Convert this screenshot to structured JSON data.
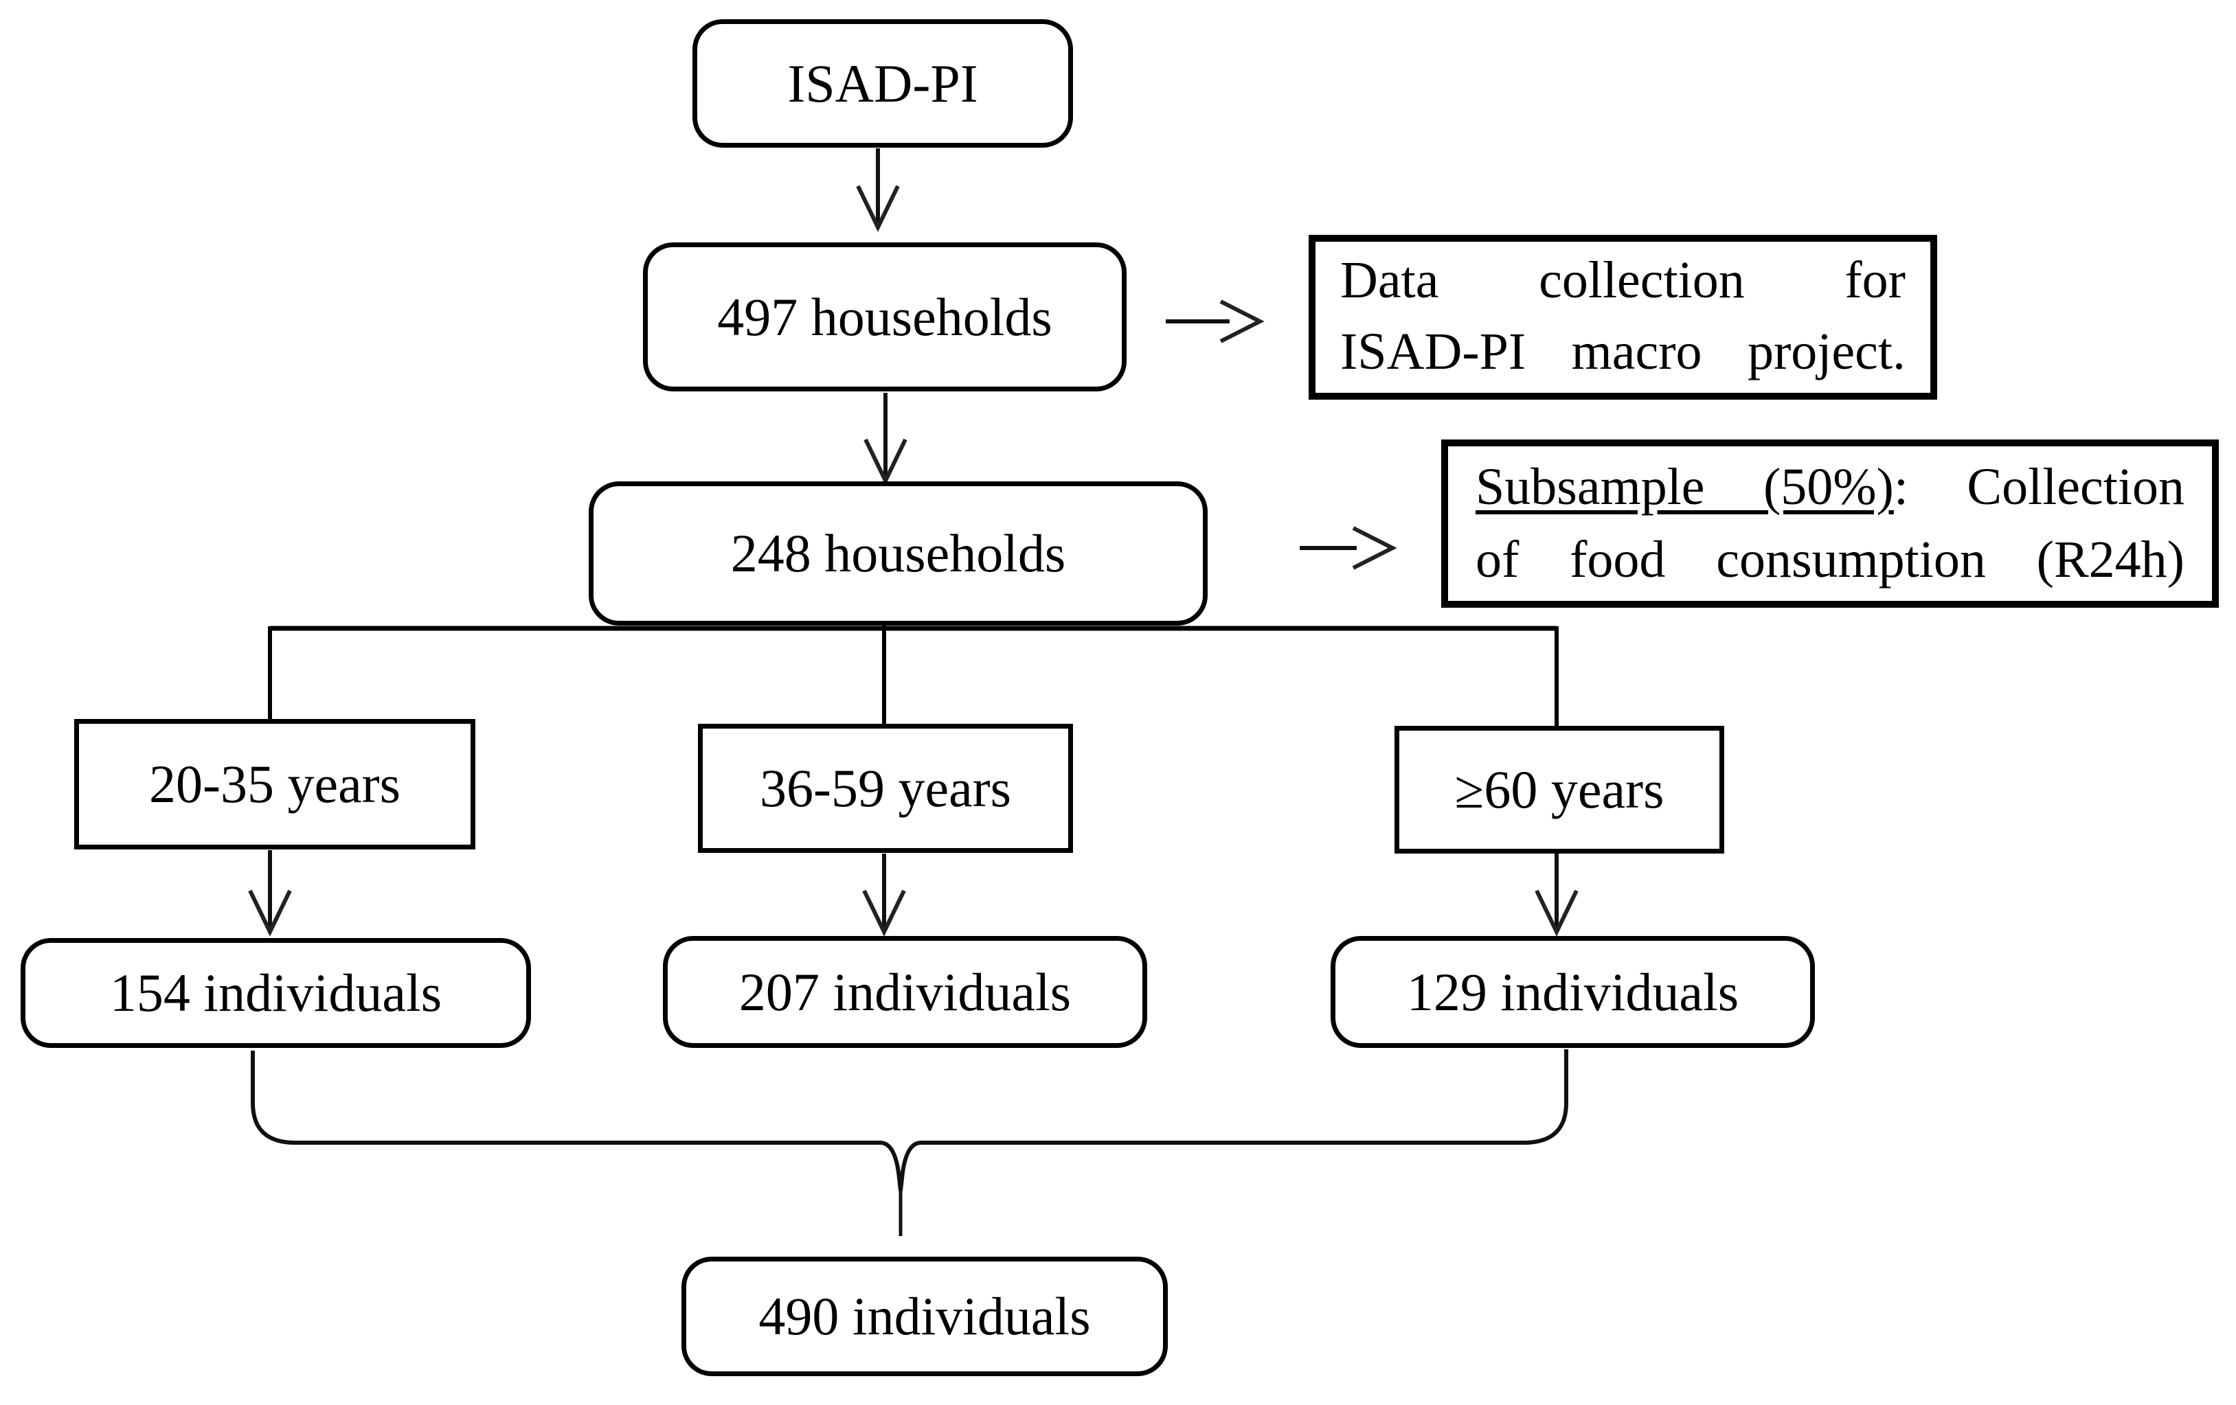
{
  "nodes": {
    "isad_pi": {
      "label": "ISAD-PI"
    },
    "households_497": {
      "label": "497 households"
    },
    "households_248": {
      "label": "248 households"
    },
    "age_20_35": {
      "label": "20-35 years"
    },
    "age_36_59": {
      "label": "36-59 years"
    },
    "age_60_plus": {
      "label": "≥60 years"
    },
    "individuals_154": {
      "label": "154 individuals"
    },
    "individuals_207": {
      "label": "207 individuals"
    },
    "individuals_129": {
      "label": "129 individuals"
    },
    "individuals_490": {
      "label": "490 individuals"
    }
  },
  "annotations": {
    "data_collection": {
      "line1": "Data collection for",
      "line2": "ISAD-PI macro project."
    },
    "subsample": {
      "line1_underlined": "Subsample (50%)",
      "line1_rest": ": Collection",
      "line2": "of food consumption (R24h)"
    }
  },
  "colors": {
    "background": "#ffffff",
    "line": "#000000",
    "text": "#000000"
  }
}
